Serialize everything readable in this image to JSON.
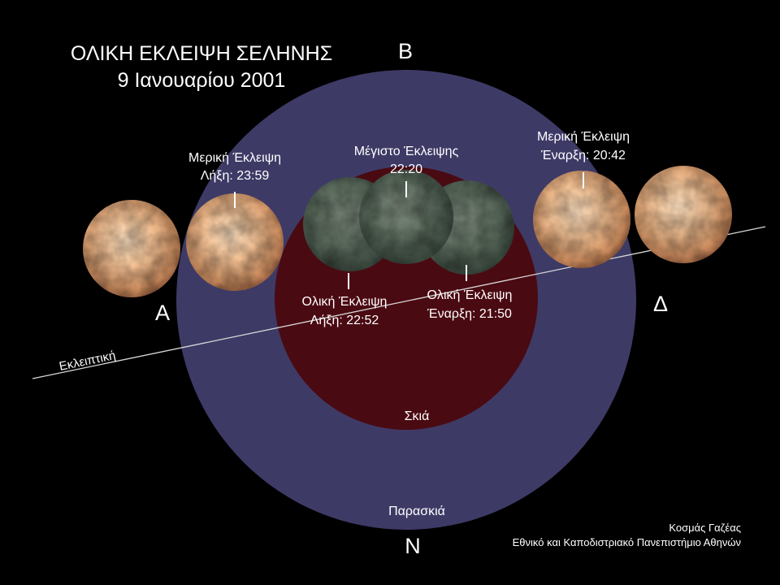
{
  "title": {
    "line1": "ΟΛΙΚΗ ΕΚΛΕΙΨΗ ΣΕΛΗΝΗΣ",
    "line2": "9 Ιανουαρίου 2001"
  },
  "directions": {
    "north": "Β",
    "south": "Ν",
    "west": "Α",
    "east": "Δ"
  },
  "regions": {
    "umbra": "Σκιά",
    "penumbra": "Παρασκιά",
    "ecliptic": "Εκλειπτική"
  },
  "events": {
    "partial_end": {
      "line1": "Μερική Έκλειψη",
      "line2": "Λήξη: 23:59"
    },
    "maximum": {
      "line1": "Μέγιστο Έκλειψης",
      "line2": "22:20"
    },
    "partial_start": {
      "line1": "Μερική Έκλειψη",
      "line2": "Έναρξη: 20:42"
    },
    "total_end": {
      "line1": "Ολική Έκλειψη",
      "line2": "Λήξη: 22:52"
    },
    "total_start": {
      "line1": "Ολική Έκλειψη",
      "line2": "Έναρξη: 21:50"
    }
  },
  "credit": {
    "author": "Κοσμάς Γαζέας",
    "institution": "Εθνικό και Καποδιστριακό Πανεπιστήμιο Αθηνών"
  },
  "colors": {
    "background": "#000000",
    "penumbra": "#3e3a66",
    "umbra": "#4a0a12",
    "moon_bright": "#f0c49a",
    "moon_dark": "#5b6a5e",
    "text": "#ffffff"
  }
}
